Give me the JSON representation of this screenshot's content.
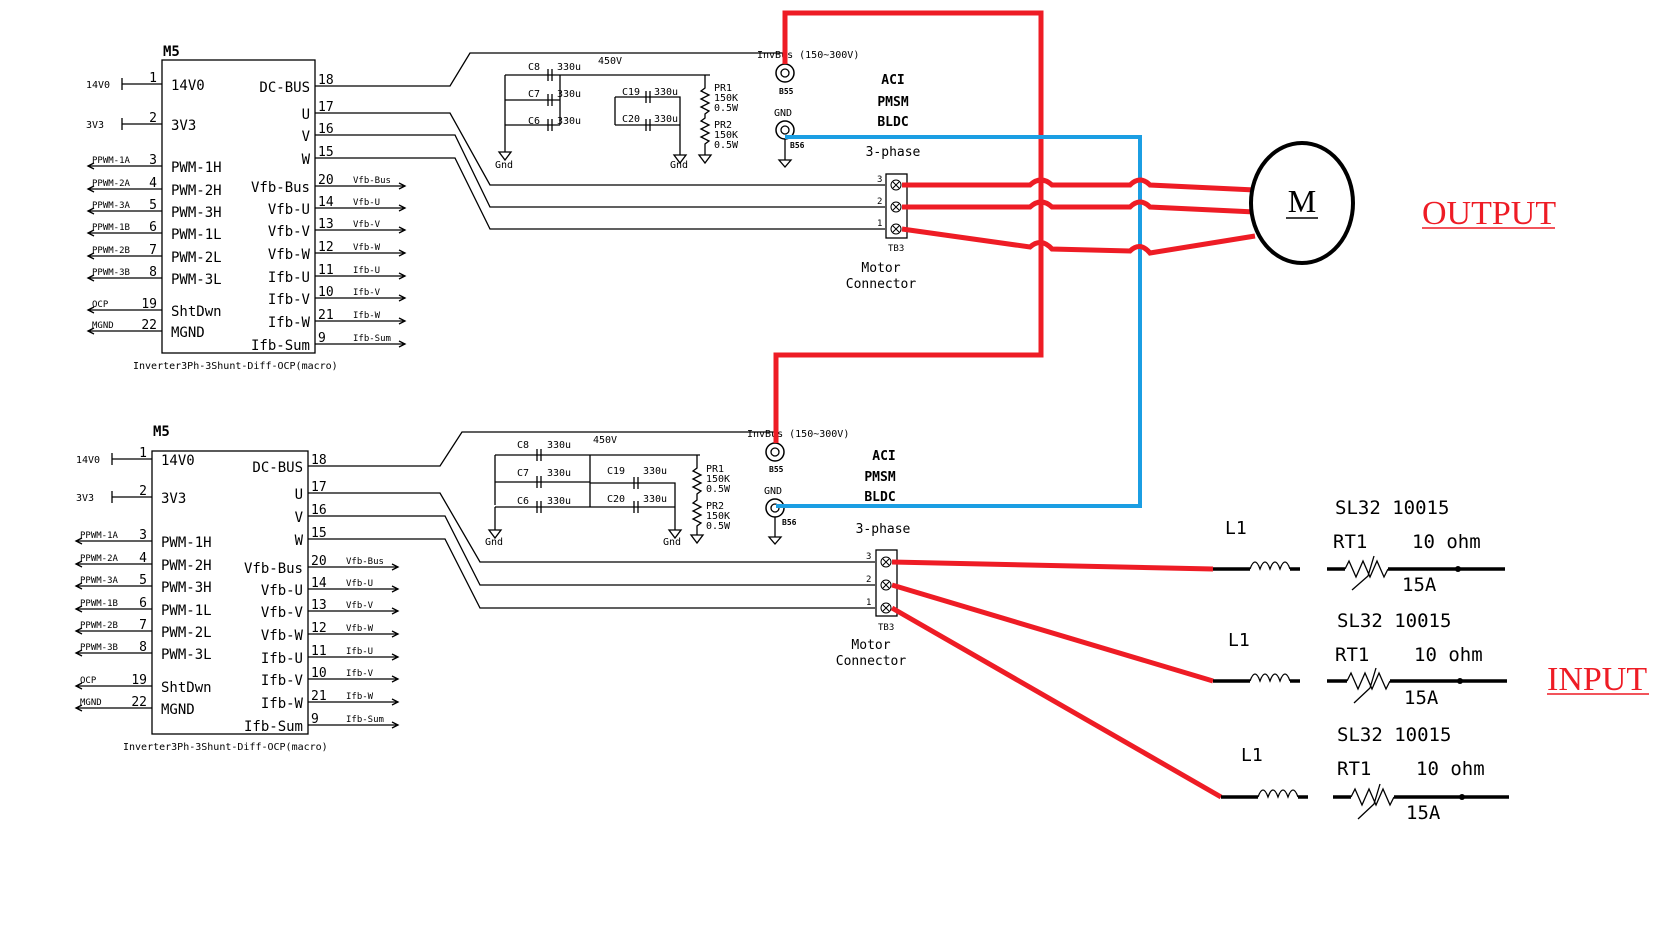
{
  "inverters": [
    {
      "title": "M5",
      "macro": "Inverter3Ph-3Shunt-Diff-OCP(macro)",
      "left_pins": [
        {
          "num": "1",
          "name": "14V0",
          "net": "14V0"
        },
        {
          "num": "2",
          "name": "3V3",
          "net": "3V3"
        },
        {
          "num": "3",
          "name": "PWM-1H",
          "net": "PPWM-1A"
        },
        {
          "num": "4",
          "name": "PWM-2H",
          "net": "PPWM-2A"
        },
        {
          "num": "5",
          "name": "PWM-3H",
          "net": "PPWM-3A"
        },
        {
          "num": "6",
          "name": "PWM-1L",
          "net": "PPWM-1B"
        },
        {
          "num": "7",
          "name": "PWM-2L",
          "net": "PPWM-2B"
        },
        {
          "num": "8",
          "name": "PWM-3L",
          "net": "PPWM-3B"
        },
        {
          "num": "19",
          "name": "ShtDwn",
          "net": "OCP"
        },
        {
          "num": "22",
          "name": "MGND",
          "net": "MGND"
        }
      ],
      "right_pins": [
        {
          "num": "18",
          "name": "DC-BUS",
          "net": ""
        },
        {
          "num": "17",
          "name": "U",
          "net": ""
        },
        {
          "num": "16",
          "name": "V",
          "net": ""
        },
        {
          "num": "15",
          "name": "W",
          "net": ""
        },
        {
          "num": "20",
          "name": "Vfb-Bus",
          "net": "Vfb-Bus"
        },
        {
          "num": "14",
          "name": "Vfb-U",
          "net": "Vfb-U"
        },
        {
          "num": "13",
          "name": "Vfb-V",
          "net": "Vfb-V"
        },
        {
          "num": "12",
          "name": "Vfb-W",
          "net": "Vfb-W"
        },
        {
          "num": "11",
          "name": "Ifb-U",
          "net": "Ifb-U"
        },
        {
          "num": "10",
          "name": "Ifb-V",
          "net": "Ifb-V"
        },
        {
          "num": "21",
          "name": "Ifb-W",
          "net": "Ifb-W"
        },
        {
          "num": "9",
          "name": "Ifb-Sum",
          "net": "Ifb-Sum"
        }
      ],
      "capacitors": [
        {
          "ref": "C8",
          "value": "330u"
        },
        {
          "ref": "C7",
          "value": "330u"
        },
        {
          "ref": "C6",
          "value": "330u"
        },
        {
          "ref": "C19",
          "value": "330u"
        },
        {
          "ref": "C20",
          "value": "330u"
        }
      ],
      "resistors": [
        {
          "ref": "PR1",
          "value": "150K",
          "power": "0.5W"
        },
        {
          "ref": "PR2",
          "value": "150K",
          "power": "0.5W"
        }
      ],
      "voltage": "450V",
      "gnd_labels": [
        "Gnd",
        "Gnd"
      ],
      "bus": {
        "label": "InvBus (150~300V)",
        "ref": "B55"
      },
      "gnd": {
        "label": "GND",
        "ref": "B56"
      },
      "motor_types": [
        "ACI",
        "PMSM",
        "BLDC"
      ],
      "three_phase": "3-phase",
      "connector": {
        "ref": "TB3",
        "pins": [
          "3",
          "2",
          "1"
        ],
        "label_line1": "Motor",
        "label_line2": "Connector"
      }
    },
    {
      "title": "M5",
      "macro": "Inverter3Ph-3Shunt-Diff-OCP(macro)",
      "left_pins": [
        {
          "num": "1",
          "name": "14V0",
          "net": "14V0"
        },
        {
          "num": "2",
          "name": "3V3",
          "net": "3V3"
        },
        {
          "num": "3",
          "name": "PWM-1H",
          "net": "PPWM-1A"
        },
        {
          "num": "4",
          "name": "PWM-2H",
          "net": "PPWM-2A"
        },
        {
          "num": "5",
          "name": "PWM-3H",
          "net": "PPWM-3A"
        },
        {
          "num": "6",
          "name": "PWM-1L",
          "net": "PPWM-1B"
        },
        {
          "num": "7",
          "name": "PWM-2L",
          "net": "PPWM-2B"
        },
        {
          "num": "8",
          "name": "PWM-3L",
          "net": "PPWM-3B"
        },
        {
          "num": "19",
          "name": "ShtDwn",
          "net": "OCP"
        },
        {
          "num": "22",
          "name": "MGND",
          "net": "MGND"
        }
      ],
      "right_pins": [
        {
          "num": "18",
          "name": "DC-BUS",
          "net": ""
        },
        {
          "num": "17",
          "name": "U",
          "net": ""
        },
        {
          "num": "16",
          "name": "V",
          "net": ""
        },
        {
          "num": "15",
          "name": "W",
          "net": ""
        },
        {
          "num": "20",
          "name": "Vfb-Bus",
          "net": "Vfb-Bus"
        },
        {
          "num": "14",
          "name": "Vfb-U",
          "net": "Vfb-U"
        },
        {
          "num": "13",
          "name": "Vfb-V",
          "net": "Vfb-V"
        },
        {
          "num": "12",
          "name": "Vfb-W",
          "net": "Vfb-W"
        },
        {
          "num": "11",
          "name": "Ifb-U",
          "net": "Ifb-U"
        },
        {
          "num": "10",
          "name": "Ifb-V",
          "net": "Ifb-V"
        },
        {
          "num": "21",
          "name": "Ifb-W",
          "net": "Ifb-W"
        },
        {
          "num": "9",
          "name": "Ifb-Sum",
          "net": "Ifb-Sum"
        }
      ],
      "capacitors": [
        {
          "ref": "C8",
          "value": "330u"
        },
        {
          "ref": "C7",
          "value": "330u"
        },
        {
          "ref": "C6",
          "value": "330u"
        },
        {
          "ref": "C19",
          "value": "330u"
        },
        {
          "ref": "C20",
          "value": "330u"
        }
      ],
      "resistors": [
        {
          "ref": "PR1",
          "value": "150K",
          "power": "0.5W"
        },
        {
          "ref": "PR2",
          "value": "150K",
          "power": "0.5W"
        }
      ],
      "voltage": "450V",
      "gnd_labels": [
        "Gnd",
        "Gnd"
      ],
      "bus": {
        "label": "InvBus (150~300V)",
        "ref": "B55"
      },
      "gnd": {
        "label": "GND",
        "ref": "B56"
      },
      "motor_types": [
        "ACI",
        "PMSM",
        "BLDC"
      ],
      "three_phase": "3-phase",
      "connector": {
        "ref": "TB3",
        "pins": [
          "3",
          "2",
          "1"
        ],
        "label_line1": "Motor",
        "label_line2": "Connector"
      }
    }
  ],
  "motor": {
    "symbol": "M"
  },
  "labels": {
    "output": "OUTPUT",
    "input": "INPUT"
  },
  "input_filters": [
    {
      "inductor": "L1",
      "part": "SL32 10015",
      "ref": "RT1",
      "resistance": "10 ohm",
      "current": "15A"
    },
    {
      "inductor": "L1",
      "part": "SL32 10015",
      "ref": "RT1",
      "resistance": "10 ohm",
      "current": "15A"
    },
    {
      "inductor": "L1",
      "part": "SL32 10015",
      "ref": "RT1",
      "resistance": "10 ohm",
      "current": "15A"
    }
  ],
  "colors": {
    "dc_bus_wire": "#ee1c25",
    "gnd_wire": "#1b9ee3",
    "phase_wire": "#ee1c25",
    "annotation": "#ee1c25"
  }
}
